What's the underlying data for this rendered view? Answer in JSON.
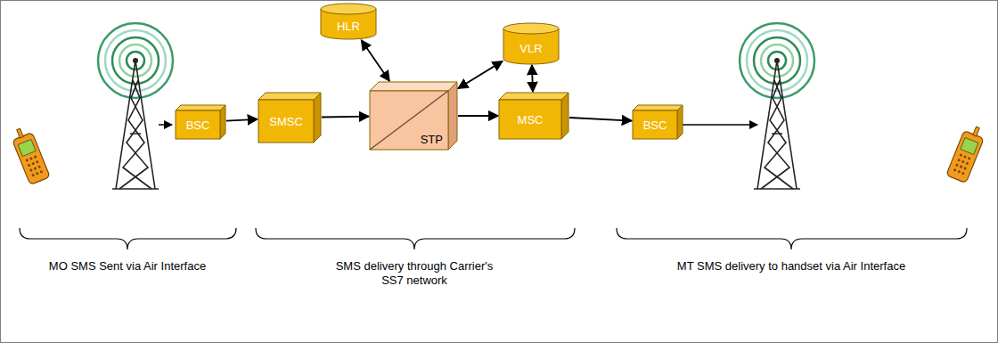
{
  "diagram": {
    "nodes": [
      {
        "text": [
          "BSC"
        ]
      },
      {
        "text": [
          "SMSC"
        ]
      },
      {
        "text": [
          "HLR"
        ]
      },
      {
        "text": [
          "STP"
        ]
      },
      {
        "text": [
          "VLR"
        ]
      },
      {
        "text": [
          "MSC"
        ]
      },
      {
        "text": [
          "BSC"
        ]
      }
    ],
    "edges": [
      {
        "from": 0,
        "to": 1,
        "arrow": "to"
      },
      {
        "from": 1,
        "to": 3,
        "arrow": "to"
      },
      {
        "from": 3,
        "to": 2,
        "arrow": "both"
      },
      {
        "from": 3,
        "to": 4,
        "arrow": "both"
      },
      {
        "from": 4,
        "to": 5,
        "arrow": "both"
      },
      {
        "from": 3,
        "to": 5,
        "arrow": "to"
      },
      {
        "from": 5,
        "to": 6,
        "arrow": "to"
      }
    ],
    "labels": [
      "MO SMS Sent via Air Interface",
      "SMS delivery through Carrier's SS7 network",
      "MT SMS delivery to handset via Air Interface"
    ]
  }
}
